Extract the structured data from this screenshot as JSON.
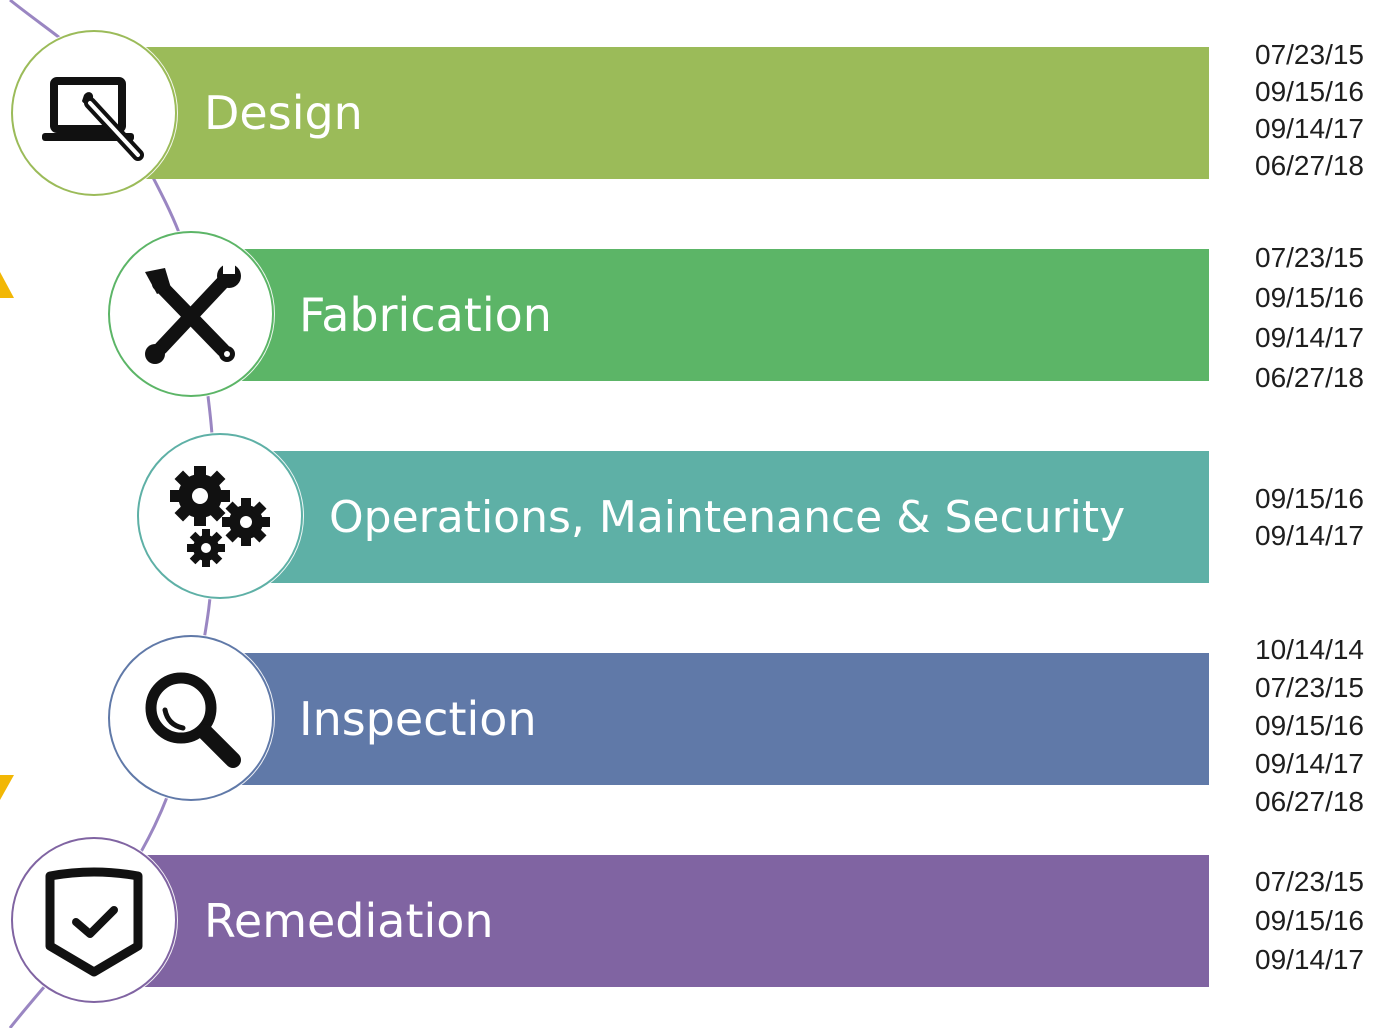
{
  "stages": [
    {
      "id": "design",
      "label": "Design",
      "color": "#9bbb59",
      "icon": "laptop-paintbrush-icon",
      "dates": [
        "07/23/15",
        "09/15/16",
        "09/14/17",
        "06/27/18"
      ]
    },
    {
      "id": "fabrication",
      "label": "Fabrication",
      "color": "#5cb567",
      "icon": "wrench-screwdriver-icon",
      "dates": [
        "07/23/15",
        "09/15/16",
        "09/14/17",
        "06/27/18"
      ]
    },
    {
      "id": "operations",
      "label": "Operations, Maintenance & Security",
      "color": "#5eb0a6",
      "icon": "gears-icon",
      "dates": [
        "09/15/16",
        "09/14/17"
      ]
    },
    {
      "id": "inspection",
      "label": "Inspection",
      "color": "#6079a8",
      "icon": "magnifying-glass-icon",
      "dates": [
        "10/14/14",
        "07/23/15",
        "09/15/16",
        "09/14/17",
        "06/27/18"
      ]
    },
    {
      "id": "remediation",
      "label": "Remediation",
      "color": "#8064a2",
      "icon": "shield-check-icon",
      "dates": [
        "07/23/15",
        "09/15/16",
        "09/14/17"
      ]
    }
  ],
  "connector_color": "#9a86c2",
  "accent_color": "#f2b705"
}
